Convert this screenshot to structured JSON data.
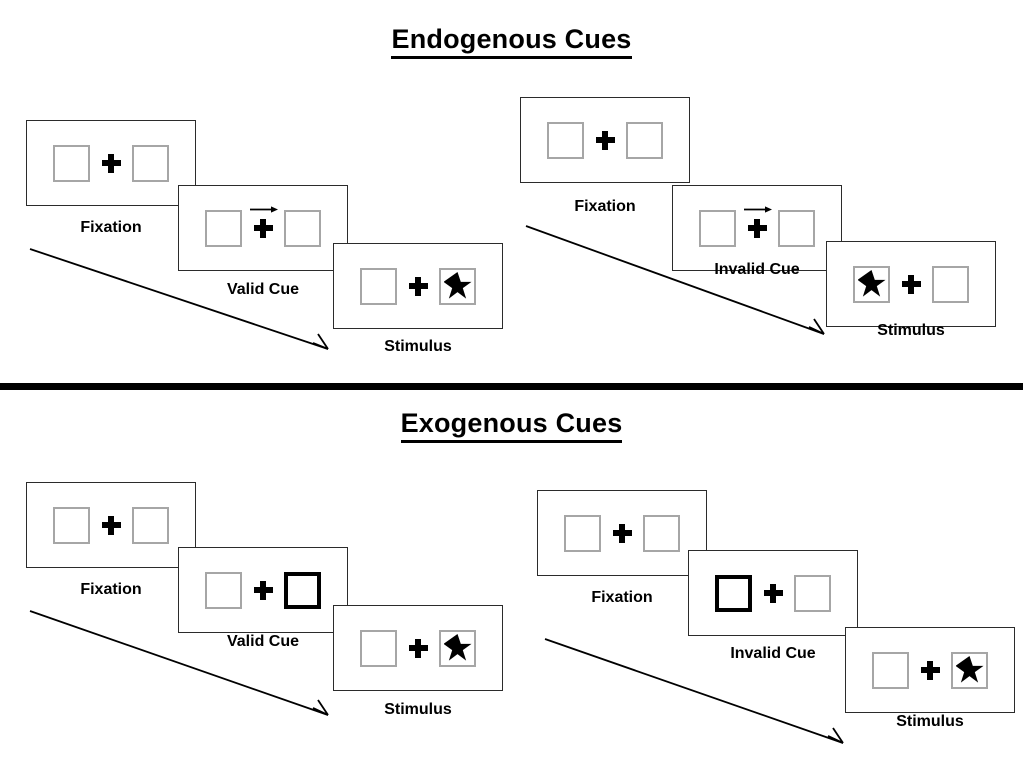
{
  "panels": [
    {
      "id": "endogenous",
      "title": "Endogenous Cues",
      "sequences": [
        {
          "id": "valid",
          "stages": [
            {
              "id": "fixation",
              "label": "Fixation",
              "cue": "none",
              "left_content": "empty",
              "right_content": "empty"
            },
            {
              "id": "cue",
              "label": "Valid Cue",
              "cue": "arrow-right",
              "left_content": "empty",
              "right_content": "empty"
            },
            {
              "id": "stimulus",
              "label": "Stimulus",
              "cue": "none",
              "left_content": "empty",
              "right_content": "star"
            }
          ]
        },
        {
          "id": "invalid",
          "stages": [
            {
              "id": "fixation",
              "label": "Fixation",
              "cue": "none",
              "left_content": "empty",
              "right_content": "empty"
            },
            {
              "id": "cue",
              "label": "Invalid Cue",
              "cue": "arrow-right",
              "left_content": "empty",
              "right_content": "empty"
            },
            {
              "id": "stimulus",
              "label": "Stimulus",
              "cue": "none",
              "left_content": "star",
              "right_content": "empty"
            }
          ]
        }
      ]
    },
    {
      "id": "exogenous",
      "title": "Exogenous Cues",
      "sequences": [
        {
          "id": "valid",
          "stages": [
            {
              "id": "fixation",
              "label": "Fixation",
              "cue": "none",
              "left_content": "empty",
              "right_content": "empty"
            },
            {
              "id": "cue",
              "label": "Valid Cue",
              "cue": "highlight-right",
              "left_content": "empty",
              "right_content": "empty"
            },
            {
              "id": "stimulus",
              "label": "Stimulus",
              "cue": "none",
              "left_content": "empty",
              "right_content": "star"
            }
          ]
        },
        {
          "id": "invalid",
          "stages": [
            {
              "id": "fixation",
              "label": "Fixation",
              "cue": "none",
              "left_content": "empty",
              "right_content": "empty"
            },
            {
              "id": "cue",
              "label": "Invalid Cue",
              "cue": "highlight-left",
              "left_content": "empty",
              "right_content": "empty"
            },
            {
              "id": "stimulus",
              "label": "Stimulus",
              "cue": "none",
              "left_content": "empty",
              "right_content": "star"
            }
          ]
        }
      ]
    }
  ],
  "colors": {
    "frame_border": "#2b2b2b",
    "box_border": "#a6a6a6",
    "cued_box_border": "#000000",
    "star_fill": "#000000",
    "divider": "#000000"
  }
}
